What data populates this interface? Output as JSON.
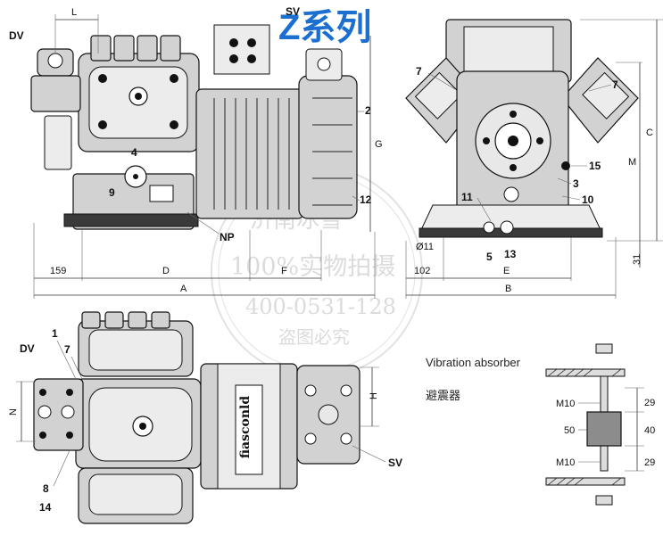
{
  "title": "Z系列",
  "watermark": {
    "line1": "济南冰雪",
    "line2": "100%实物拍摄",
    "line3": "400-0531-128",
    "line4": "盗图必究"
  },
  "side_view": {
    "labels": {
      "dv": "DV",
      "sv": "SV",
      "np": "NP",
      "n2": "2",
      "n4": "4",
      "n9": "9",
      "n12": "12"
    },
    "dims": {
      "L": "L",
      "G": "G",
      "D": "D",
      "F": "F",
      "A": "A",
      "d159": "159"
    }
  },
  "front_view": {
    "labels": {
      "n7a": "7",
      "n7b": "7",
      "n15": "15",
      "n3": "3",
      "n10": "10",
      "n11": "11",
      "n5": "5",
      "n13": "13"
    },
    "dims": {
      "C": "C",
      "M": "M",
      "E": "E",
      "B": "B",
      "d31": "31",
      "d102": "102",
      "hole": "Ø11"
    }
  },
  "top_view": {
    "labels": {
      "dv": "DV",
      "n1": "1",
      "n7": "7",
      "n8": "8",
      "n14": "14",
      "sv": "SV",
      "brand": "fiasconld"
    },
    "dims": {
      "N": "N",
      "H": "H"
    }
  },
  "absorber": {
    "title_en": "Vibration absorber",
    "title_cn": "避震器",
    "m10_top": "M10",
    "m10_bottom": "M10",
    "d50": "50",
    "d29_top": "29",
    "d40": "40",
    "d29_bottom": "29"
  }
}
